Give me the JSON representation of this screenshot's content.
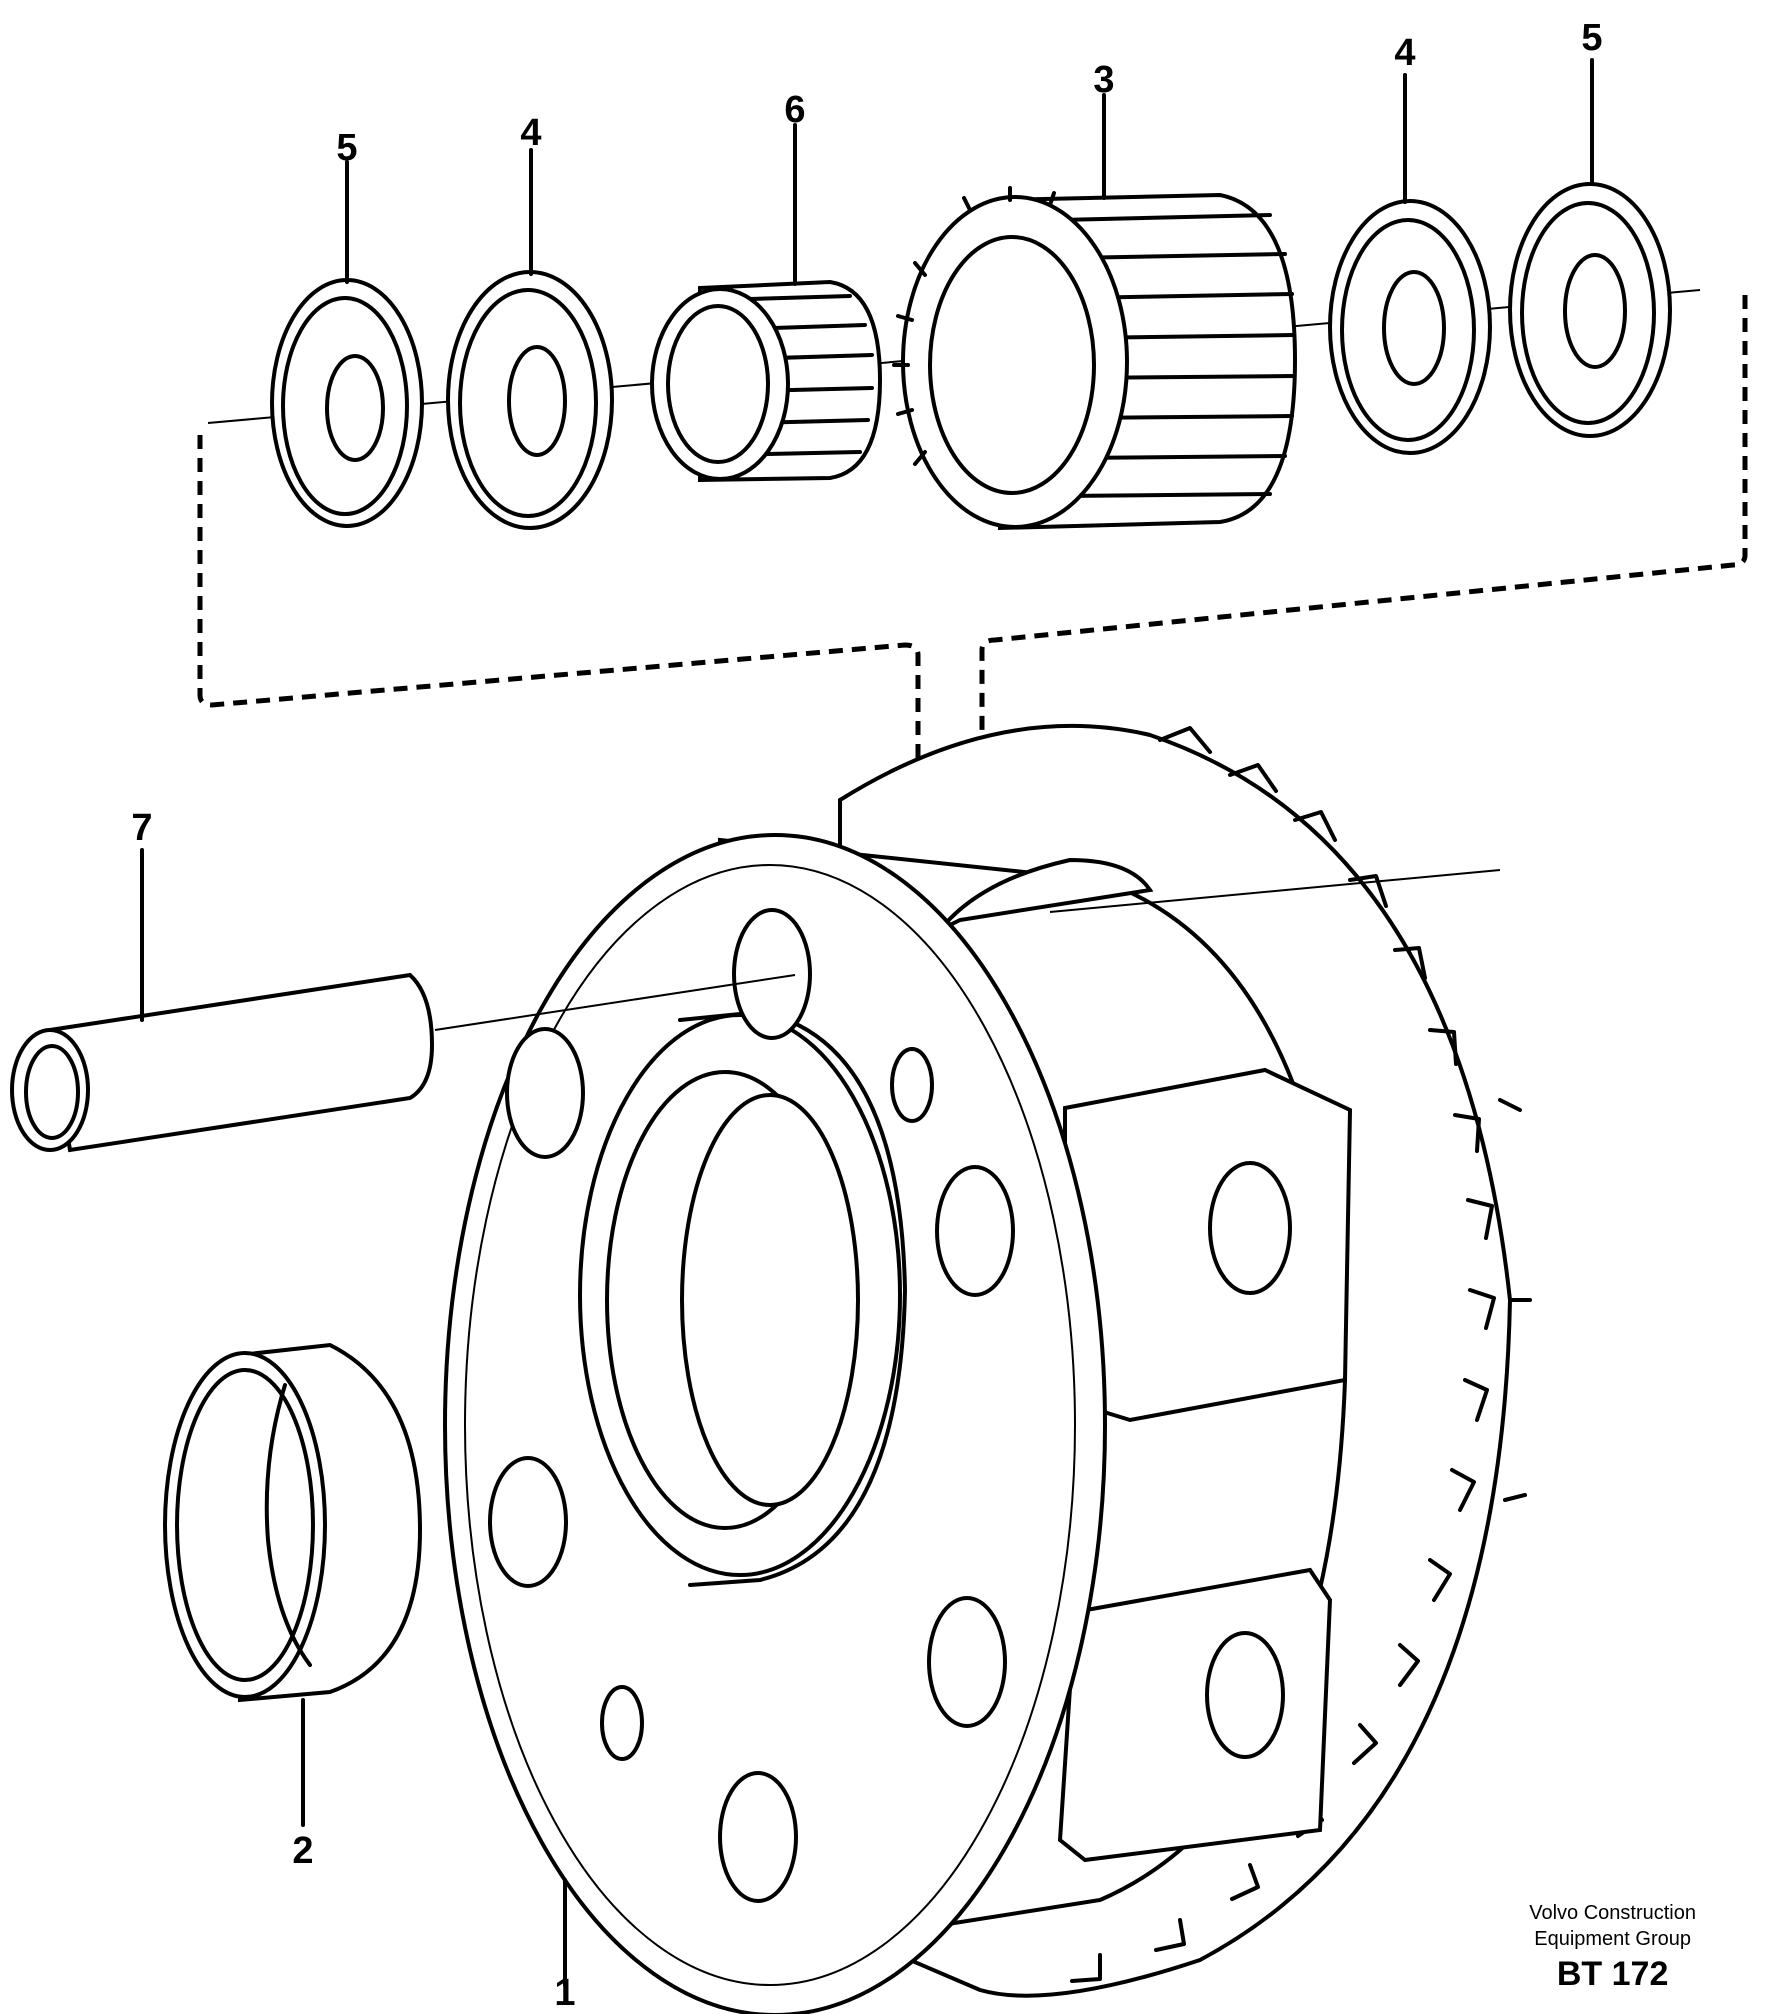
{
  "callouts": [
    "1",
    "2",
    "3",
    "4",
    "5",
    "6",
    "7"
  ],
  "credit": {
    "line1": "Volvo Construction",
    "line2": "Equipment Group",
    "code": "BT 172"
  }
}
